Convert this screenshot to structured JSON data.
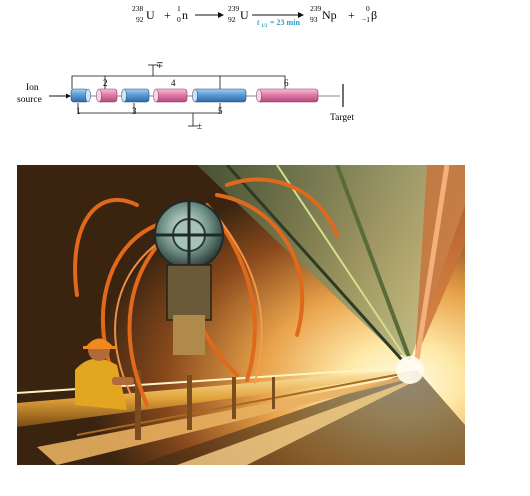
{
  "equation": {
    "reactant1": {
      "mass": "238",
      "atomic": "92",
      "symbol": "U"
    },
    "plus1": "+",
    "reactant2": {
      "mass": "1",
      "atomic": "0",
      "symbol": "n"
    },
    "intermediate": {
      "mass": "239",
      "atomic": "92",
      "symbol": "U"
    },
    "half_life_symbol": "t",
    "half_life_sub": "1/2",
    "half_life_value": "= 23 min",
    "product1": {
      "mass": "239",
      "atomic": "93",
      "symbol": "Np"
    },
    "plus2": "+",
    "product2": {
      "mass": "0",
      "atomic": "−1",
      "symbol": "β"
    }
  },
  "accelerator": {
    "ion_source_line1": "Ion",
    "ion_source_line2": "source",
    "target_label": "Target",
    "top_polarity": "∓",
    "bottom_polarity": "±",
    "tubes": [
      {
        "label": "1",
        "color": "#5b9bd5"
      },
      {
        "label": "2",
        "color": "#e07aa8"
      },
      {
        "label": "3",
        "color": "#5b9bd5"
      },
      {
        "label": "4",
        "color": "#e07aa8"
      },
      {
        "label": "5",
        "color": "#5b9bd5"
      },
      {
        "label": "6",
        "color": "#e07aa8"
      }
    ]
  },
  "photo": {
    "subject": "particle accelerator tunnel with worker"
  }
}
